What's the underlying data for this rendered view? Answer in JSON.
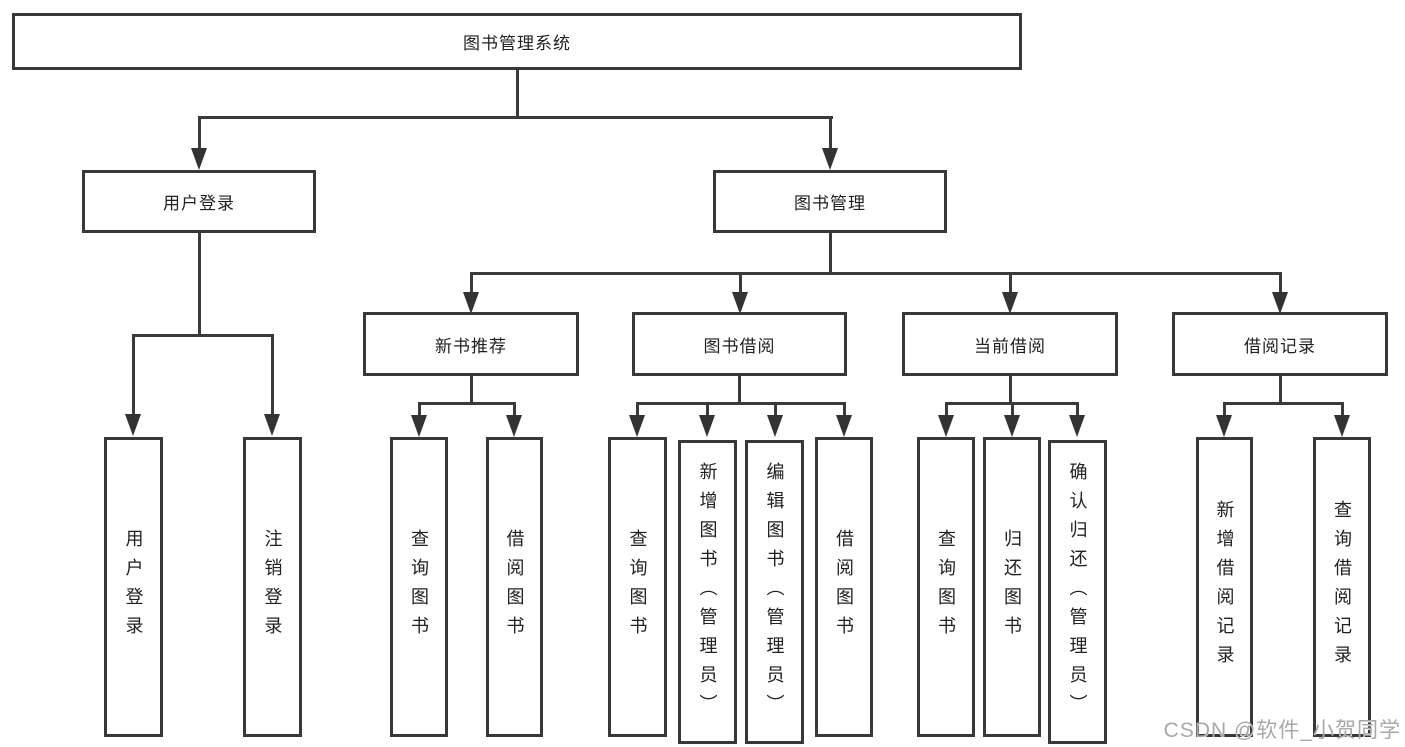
{
  "colors": {
    "background": "#ffffff",
    "box_border": "#383838",
    "connector_line": "#3a3a3a",
    "text": "#212121",
    "watermark_text": "#a8a8a8"
  },
  "diagram": {
    "root": "图书管理系统",
    "level2": [
      "用户登录",
      "图书管理"
    ],
    "level3": [
      "新书推荐",
      "图书借阅",
      "当前借阅",
      "借阅记录"
    ],
    "leaves": {
      "login": [
        "用户登录",
        "注销登录"
      ],
      "new_book": [
        "查询图书",
        "借阅图书"
      ],
      "borrow": [
        "查询图书",
        "新增图书（管理员）",
        "编辑图书（管理员）",
        "借阅图书"
      ],
      "current": [
        "查询图书",
        "归还图书",
        "确认归还（管理员）"
      ],
      "records": [
        "新增借阅记录",
        "查询借阅记录"
      ]
    }
  },
  "watermark": "CSDN @软件_小贺同学"
}
